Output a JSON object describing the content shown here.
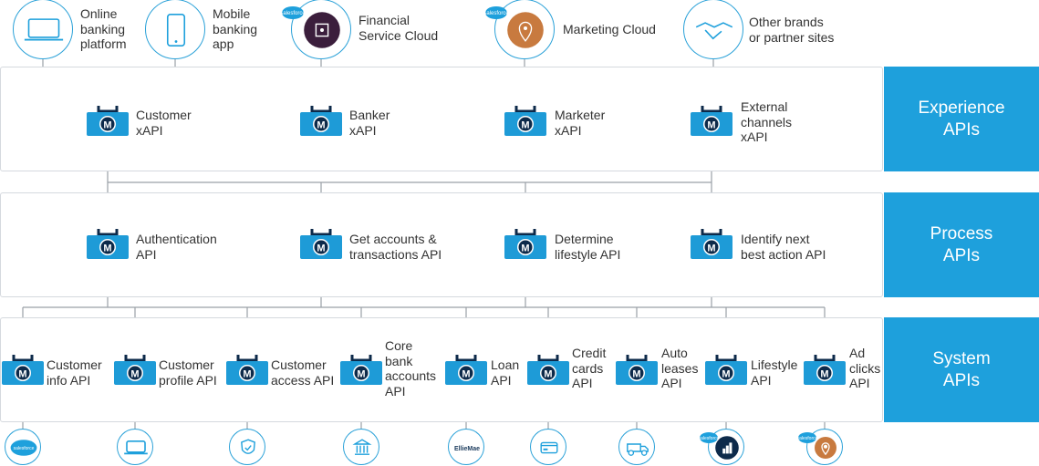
{
  "sources": [
    {
      "name": "online-banking",
      "label": "Online\nbanking\nplatform",
      "icon": "laptop-icon"
    },
    {
      "name": "mobile-banking",
      "label": "Mobile\nbanking\napp",
      "icon": "smartphone-icon"
    },
    {
      "name": "financial-service-cloud",
      "label": "Financial\nService Cloud",
      "icon": "vault-icon",
      "badge": "salesforce"
    },
    {
      "name": "marketing-cloud",
      "label": "Marketing Cloud",
      "icon": "location-pin-icon",
      "badge": "salesforce"
    },
    {
      "name": "other-brands",
      "label": "Other brands\nor partner sites",
      "icon": "handshake-icon"
    }
  ],
  "tiers": {
    "experience": "Experience\nAPIs",
    "process": "Process\nAPIs",
    "system": "System\nAPIs"
  },
  "experience_apis": [
    {
      "name": "customer-xapi",
      "label": "Customer\nxAPI"
    },
    {
      "name": "banker-xapi",
      "label": "Banker\nxAPI"
    },
    {
      "name": "marketer-xapi",
      "label": "Marketer\nxAPI"
    },
    {
      "name": "external-channels-xapi",
      "label": "External\nchannels\nxAPI"
    }
  ],
  "process_apis": [
    {
      "name": "authentication-api",
      "label": "Authentication\nAPI"
    },
    {
      "name": "get-accounts-api",
      "label": "Get accounts &\ntransactions API"
    },
    {
      "name": "determine-lifestyle-api",
      "label": "Determine\nlifestyle API"
    },
    {
      "name": "identify-next-best-action-api",
      "label": "Identify next\nbest action API"
    }
  ],
  "system_apis": [
    {
      "name": "customer-info-api",
      "label": "Customer\ninfo API"
    },
    {
      "name": "customer-profile-api",
      "label": "Customer\nprofile API"
    },
    {
      "name": "customer-access-api",
      "label": "Customer\naccess API"
    },
    {
      "name": "core-bank-accounts-api",
      "label": "Core\nbank\naccounts\nAPI"
    },
    {
      "name": "loan-api",
      "label": "Loan\nAPI"
    },
    {
      "name": "credit-cards-api",
      "label": "Credit\ncards\nAPI"
    },
    {
      "name": "auto-leases-api",
      "label": "Auto\nleases\nAPI"
    },
    {
      "name": "lifestyle-api",
      "label": "Lifestyle\nAPI"
    },
    {
      "name": "ad-clicks-api",
      "label": "Ad\nclicks\nAPI"
    }
  ],
  "backends": [
    {
      "name": "salesforce-backend",
      "icon": "salesforce-icon",
      "text": "salesforce"
    },
    {
      "name": "laptop-backend",
      "icon": "laptop-icon"
    },
    {
      "name": "security-backend",
      "icon": "shield-check-icon"
    },
    {
      "name": "bank-backend",
      "icon": "bank-building-icon"
    },
    {
      "name": "elliemae-backend",
      "icon": "elliemae-logo-icon",
      "text": "EllieMae"
    },
    {
      "name": "credit-card-backend",
      "icon": "credit-card-icon"
    },
    {
      "name": "auto-lease-backend",
      "icon": "truck-icon"
    },
    {
      "name": "analytics-backend",
      "icon": "bar-chart-icon",
      "badge": "salesforce"
    },
    {
      "name": "marketing-backend",
      "icon": "location-pin-icon",
      "badge": "salesforce"
    }
  ],
  "badges": {
    "salesforce": "salesforce"
  },
  "node_logo": "M",
  "colors": {
    "accent": "#1ea0dc",
    "node": "#1e9bd7",
    "node_dark": "#0d2a4a",
    "line": "#9aa0a6",
    "border": "#d5d9de",
    "vault": "#3b1e3c",
    "marketing": "#c87a3f"
  }
}
